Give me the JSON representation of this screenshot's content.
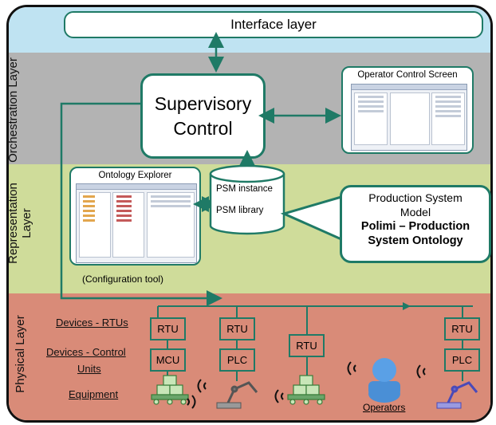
{
  "diagram": {
    "interface_label": "Interface layer",
    "layers": {
      "orchestration": "Orchestration Layer",
      "representation": "Representation Layer",
      "physical": "Physical Layer"
    },
    "supervisory_line1": "Supervisory",
    "supervisory_line2": "Control",
    "operator_screen": "Operator Control Screen",
    "ontology_explorer": "Ontology Explorer",
    "configuration_tool": "(Configuration tool)",
    "psm_instance": "PSM instance",
    "psm_library": "PSM library",
    "callout": {
      "line1": "Production System",
      "line2": "Model",
      "line3": "Polimi – Production",
      "line4": "System Ontology"
    },
    "row_labels": {
      "rtus": "Devices - RTUs",
      "control1": "Devices - Control",
      "control2": "Units",
      "equipment": "Equipment"
    },
    "devices": [
      "RTU",
      "MCU",
      "RTU",
      "PLC",
      "RTU",
      "RTU",
      "PLC"
    ],
    "operators": "Operators"
  },
  "colors": {
    "interface": "#bfe3f2",
    "orchestration": "#b3b3b3",
    "representation": "#cfdc9a",
    "physical": "#d98b78",
    "connector": "#1f7a66"
  }
}
